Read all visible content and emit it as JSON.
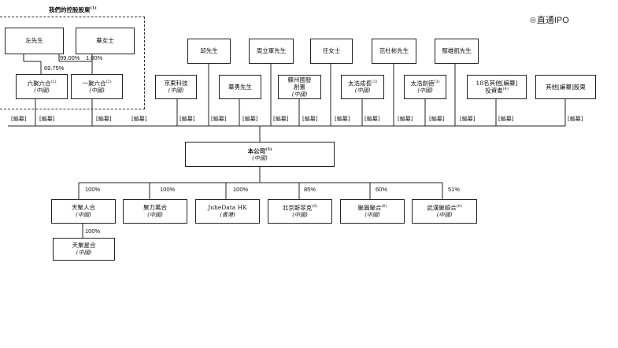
{
  "watermark": {
    "icon": "circle-logo-icon",
    "text": "直通IPO"
  },
  "group": {
    "title": "我們的控股股東",
    "note": "(1)"
  },
  "controllers": {
    "zuo": "左先生",
    "hua": "華女士",
    "liuhe": {
      "name": "六聚六合",
      "note": "(2)",
      "sub": "(中國)"
    },
    "yiju": {
      "name": "一聚六合",
      "note": "(2)",
      "sub": "(中國)"
    },
    "pct_zuo_liuhe": "69.75%",
    "pct_zuo_yiju": "99.00%",
    "pct_hua_yiju": "1.00%"
  },
  "shareholders_top": [
    "邱先生",
    "周立軍先生",
    "任女士",
    "范杜彬先生",
    "鄢雄凱先生"
  ],
  "shareholders_mid": [
    {
      "name": "京東科技",
      "sub": "(中國)"
    },
    {
      "name": "華勇先生",
      "sub": ""
    },
    {
      "name": "蘇州國發\n創置",
      "sub": "(中國)"
    },
    {
      "name": "太浩成長",
      "note": "(3)",
      "sub": "(中國)"
    },
    {
      "name": "太浩創德",
      "note": "(3)",
      "sub": "(中國)"
    },
    {
      "name": "18名其他[編纂]\n投資者",
      "note": "(4)",
      "sub": ""
    },
    {
      "name": "其他[編纂]股東",
      "sub": ""
    }
  ],
  "redacted": "[編纂]",
  "company": {
    "name": "本公司",
    "note": "(5)",
    "sub": "(中國)"
  },
  "subsidiaries": [
    {
      "name": "天聚人合",
      "sub": "(中國)",
      "pct": "100%"
    },
    {
      "name": "聚力萬合",
      "sub": "(中國)",
      "pct": "100%"
    },
    {
      "name": "JuheData HK",
      "sub": "(香港)",
      "pct": "100%"
    },
    {
      "name": "北京斯菲克",
      "note": "(6)",
      "sub": "(中國)",
      "pct": "85%"
    },
    {
      "name": "聚圓聚合",
      "note": "(6)",
      "sub": "(中國)",
      "pct": "60%"
    },
    {
      "name": "武漢聚順合",
      "note": "(6)",
      "sub": "(中國)",
      "pct": "51%"
    }
  ],
  "grandchild": {
    "name": "天聚星合",
    "sub": "(中國)",
    "pct": "100%"
  }
}
